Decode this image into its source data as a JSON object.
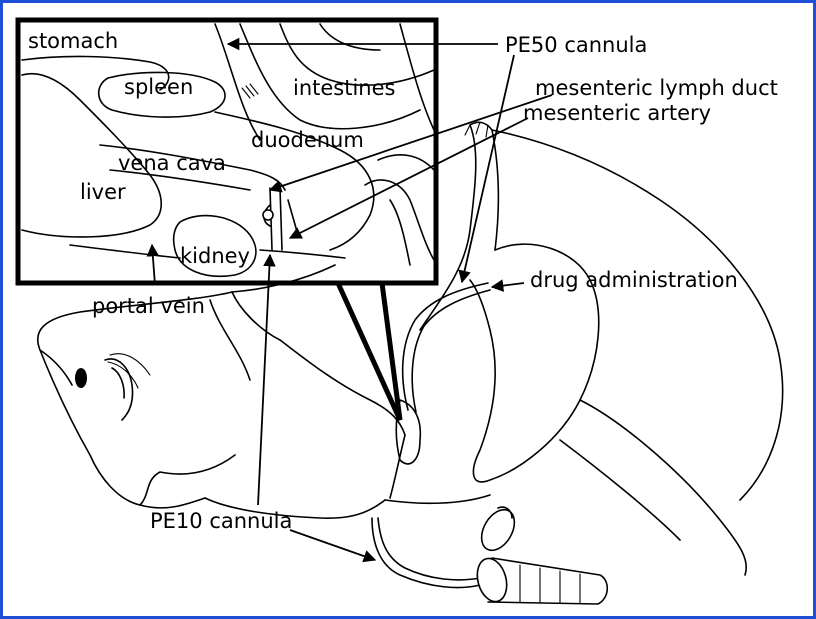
{
  "labels": {
    "stomach": "stomach",
    "spleen": "spleen",
    "intestines": "intestines",
    "duodenum": "duodenum",
    "vena_cava": "vena cava",
    "liver": "liver",
    "kidney": "kidney",
    "portal_vein": "portal vein",
    "pe50_cannula": "PE50 cannula",
    "mesenteric_lymph_duct": "mesenteric lymph duct",
    "mesenteric_artery": "mesenteric artery",
    "drug_administration": "drug administration",
    "pe10_cannula": "PE10 cannula"
  },
  "colors": {
    "border": "#1e4fd6",
    "ink": "#000000",
    "background": "#ffffff"
  }
}
